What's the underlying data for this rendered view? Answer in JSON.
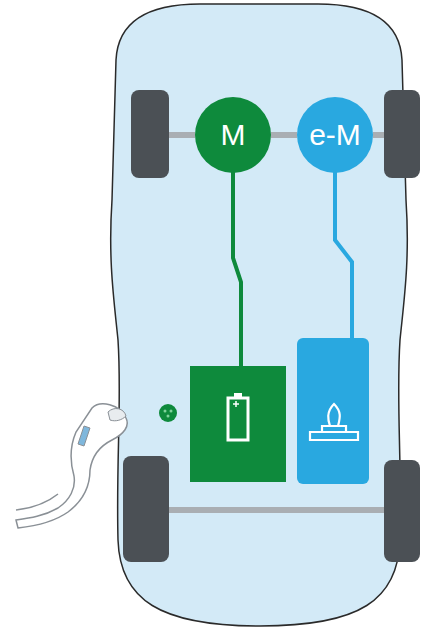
{
  "diagram": {
    "nodes": [
      {
        "text": [
          "M"
        ]
      },
      {
        "text": [
          "e-M"
        ]
      }
    ],
    "edges": [
      {
        "from": 0,
        "to": 1,
        "arrow": "none"
      }
    ]
  }
}
